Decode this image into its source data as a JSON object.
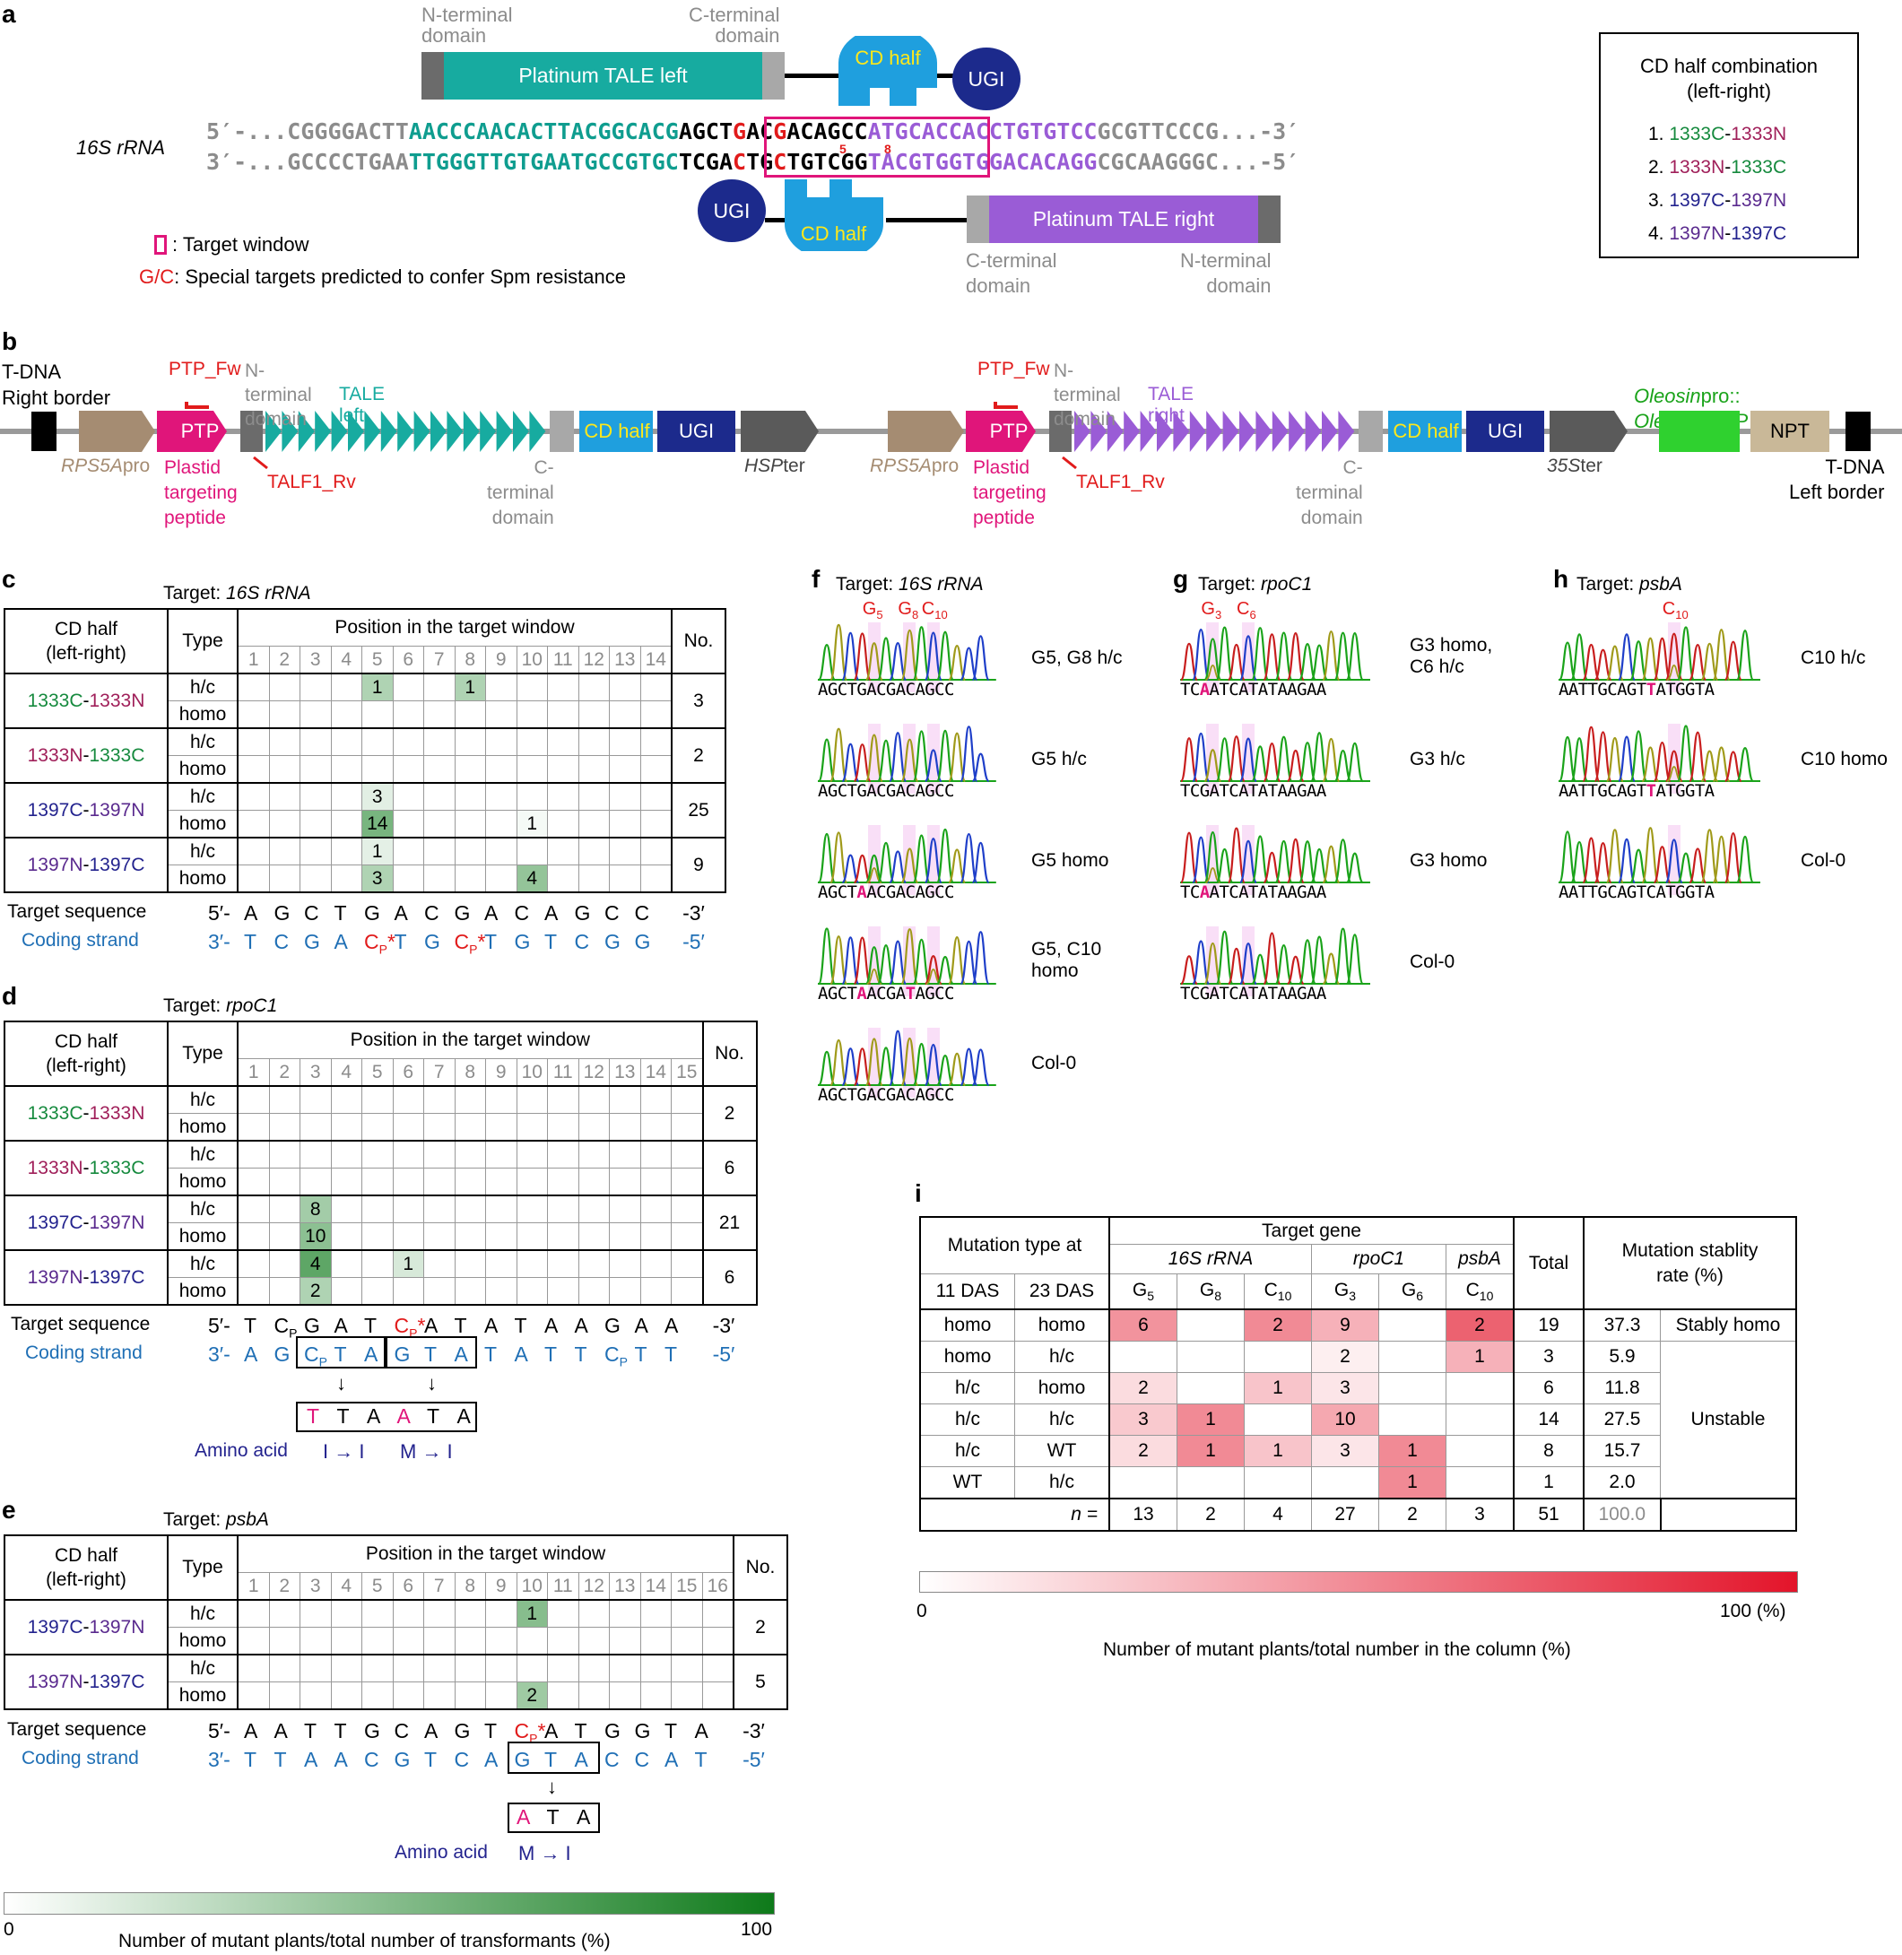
{
  "panel_labels": {
    "a": "a",
    "b": "b",
    "c": "c",
    "d": "d",
    "e": "e",
    "f": "f",
    "g": "g",
    "h": "h",
    "i": "i"
  },
  "a": {
    "n_domain": "N-terminal\ndomain",
    "c_domain": "C-terminal\ndomain",
    "tale_left": "Platinum TALE left",
    "tale_right": "Platinum TALE right",
    "cd_half": "CD half",
    "ugi": "UGI",
    "gene": "16S rRNA",
    "top_strand": {
      "prefix": "5′-...CGGGGACTT",
      "teal": "AACCCAACACTTACGGCACG",
      "win_a": "AGCT",
      "g5": "G",
      "win_b": "AC",
      "g8": "G",
      "win_c": "ACAGCC",
      "purple": "ATGCACCACCTGTGTCC",
      "suffix": "GCGTTCCCG...-3′"
    },
    "bot_strand": {
      "prefix": "3′-...GCCCCTGAA",
      "teal": "TTGGGTTGTGAATGCCGTGC",
      "win_a": "TCGA",
      "c5": "C",
      "win_b": "TG",
      "c8": "C",
      "win_c": "TGTCGG",
      "purple": "TACGTGGTGGACACAGG",
      "suffix": "CGCAAGGGC...-5′"
    },
    "num5": "5",
    "num8": "8",
    "legend_target": ": Target window",
    "legend_gc_red": "G/C",
    "legend_gc_text": ": Special targets predicted to confer Spm resistance",
    "combo_title": "CD half combination\n(left-right)",
    "combos": [
      {
        "n": "1.",
        "a": "1333C",
        "b": "1333N",
        "ca": "#168a3e",
        "cb": "#a0205a"
      },
      {
        "n": "2.",
        "a": "1333N",
        "b": "1333C",
        "ca": "#a0205a",
        "cb": "#168a3e"
      },
      {
        "n": "3.",
        "a": "1397C",
        "b": "1397N",
        "ca": "#23238e",
        "cb": "#5a2a8e"
      },
      {
        "n": "4.",
        "a": "1397N",
        "b": "1397C",
        "ca": "#5a2a8e",
        "cb": "#23238e"
      }
    ]
  },
  "b": {
    "tdna_right": "T-DNA\nRight border",
    "ptp_fw": "PTP_Fw",
    "n_domain": "N-terminal\ndomain",
    "tale_left": "TALE left",
    "tale_right": "TALE right",
    "ptp": "PTP",
    "cd_half": "CD half",
    "ugi": "UGI",
    "rps5a": "RPS5A",
    "pro": "pro",
    "ptp_long": "Plastid\ntargeting\npeptide",
    "talf1": "TALF1_Rv",
    "c_domain": "C-terminal\ndomain",
    "hsp": "HSP",
    "ter": "ter",
    "s35": "35S",
    "oleosin_a": "Oleosin",
    "oleosin_b": "pro::",
    "oleosin_c": "Oleosin-GFP",
    "npt": "NPT",
    "tdna_left": "T-DNA\nLeft border"
  },
  "common": {
    "cd_header": "CD half\n(left-right)",
    "type": "Type",
    "pos_header": "Position in the target window",
    "no": "No.",
    "hc": "h/c",
    "homo": "homo",
    "target_seq": "Target sequence",
    "coding": "Coding strand",
    "amino": "Amino acid",
    "target_prefix": "Target: "
  },
  "c": {
    "target": "16S rRNA",
    "positions": [
      "1",
      "2",
      "3",
      "4",
      "5",
      "6",
      "7",
      "8",
      "9",
      "10",
      "11",
      "12",
      "13",
      "14"
    ],
    "rows": [
      {
        "name": "1333C",
        "name2": "1333N",
        "ca": "#168a3e",
        "cb": "#a0205a",
        "hc": {
          "5": "1",
          "8": "1"
        },
        "homo": {},
        "no": "3"
      },
      {
        "name": "1333N",
        "name2": "1333C",
        "ca": "#a0205a",
        "cb": "#168a3e",
        "hc": {},
        "homo": {},
        "no": "2"
      },
      {
        "name": "1397C",
        "name2": "1397N",
        "ca": "#23238e",
        "cb": "#5a2a8e",
        "hc": {
          "5": "3"
        },
        "homo": {
          "5": "14",
          "10": "1"
        },
        "no": "25"
      },
      {
        "name": "1397N",
        "name2": "1397C",
        "ca": "#5a2a8e",
        "cb": "#23238e",
        "hc": {
          "5": "1"
        },
        "homo": {
          "5": "3",
          "10": "4"
        },
        "no": "9"
      }
    ],
    "seq_top": [
      "5′-",
      "A",
      "G",
      "C",
      "T",
      "G",
      "A",
      "C",
      "G",
      "A",
      "C",
      "A",
      "G",
      "C",
      "C",
      "-3′"
    ],
    "seq_bot": [
      "3′-",
      "T",
      "C",
      "G",
      "A",
      "CP*",
      "T",
      "G",
      "CP*",
      "T",
      "G",
      "T",
      "C",
      "G",
      "G",
      "-5′"
    ]
  },
  "d": {
    "target": "rpoC1",
    "positions": [
      "1",
      "2",
      "3",
      "4",
      "5",
      "6",
      "7",
      "8",
      "9",
      "10",
      "11",
      "12",
      "13",
      "14",
      "15"
    ],
    "rows": [
      {
        "name": "1333C",
        "name2": "1333N",
        "ca": "#168a3e",
        "cb": "#a0205a",
        "hc": {},
        "homo": {},
        "no": "2"
      },
      {
        "name": "1333N",
        "name2": "1333C",
        "ca": "#a0205a",
        "cb": "#168a3e",
        "hc": {},
        "homo": {},
        "no": "6"
      },
      {
        "name": "1397C",
        "name2": "1397N",
        "ca": "#23238e",
        "cb": "#5a2a8e",
        "hc": {
          "3": "8"
        },
        "homo": {
          "3": "10"
        },
        "no": "21"
      },
      {
        "name": "1397N",
        "name2": "1397C",
        "ca": "#5a2a8e",
        "cb": "#23238e",
        "hc": {
          "3": "4",
          "6": "1"
        },
        "homo": {
          "3": "2"
        },
        "no": "6"
      }
    ],
    "seq_top": [
      "5′-",
      "T",
      "CP",
      "G",
      "A",
      "T",
      "CP*",
      "A",
      "T",
      "A",
      "T",
      "A",
      "A",
      "G",
      "A",
      "A",
      "-3′"
    ],
    "seq_bot": [
      "3′-",
      "A",
      "G",
      "CP",
      "T",
      "A",
      "G",
      "T",
      "A",
      "T",
      "A",
      "T",
      "T",
      "CP",
      "T",
      "T",
      "-5′"
    ],
    "codons": [
      "T",
      "T",
      "A",
      "A",
      "T",
      "A"
    ],
    "aa1": "I → I",
    "aa2": "M → I"
  },
  "e": {
    "target": "psbA",
    "positions": [
      "1",
      "2",
      "3",
      "4",
      "5",
      "6",
      "7",
      "8",
      "9",
      "10",
      "11",
      "12",
      "13",
      "14",
      "15",
      "16"
    ],
    "rows": [
      {
        "name": "1397C",
        "name2": "1397N",
        "ca": "#23238e",
        "cb": "#5a2a8e",
        "hc": {
          "10": "1"
        },
        "homo": {},
        "no": "2"
      },
      {
        "name": "1397N",
        "name2": "1397C",
        "ca": "#5a2a8e",
        "cb": "#23238e",
        "hc": {},
        "homo": {
          "10": "2"
        },
        "no": "5"
      }
    ],
    "seq_top": [
      "5′-",
      "A",
      "A",
      "T",
      "T",
      "G",
      "C",
      "A",
      "G",
      "T",
      "CP*",
      "A",
      "T",
      "G",
      "G",
      "T",
      "A",
      "-3′"
    ],
    "seq_bot": [
      "3′-",
      "T",
      "T",
      "A",
      "A",
      "C",
      "G",
      "T",
      "C",
      "A",
      "G",
      "T",
      "A",
      "C",
      "C",
      "A",
      "T",
      "-5′"
    ],
    "codon": [
      "A",
      "T",
      "A"
    ],
    "aa": "M → I"
  },
  "green_scale": {
    "min": "0",
    "max": "100",
    "label": "Number of mutant plants/total number of transformants (%)",
    "from": "#ffffff",
    "to": "#0e7a1a"
  },
  "f": {
    "target": "16S rRNA",
    "marks": [
      "G5",
      "G8",
      "C10"
    ],
    "traces": [
      {
        "seq": "AGCTGACGACAGCC",
        "hl": [],
        "label": "G5, G8 h/c"
      },
      {
        "seq": "AGCTGACGACAGCC",
        "hl": [],
        "label": "G5 h/c"
      },
      {
        "seq": "AGCTAACGACAGCC",
        "hl": [
          4
        ],
        "label": "G5 homo"
      },
      {
        "seq": "AGCTAACGATAGCC",
        "hl": [
          4,
          9
        ],
        "label": "G5, C10\nhomo"
      },
      {
        "seq": "AGCTGACGACAGCC",
        "hl": [],
        "label": "Col-0"
      }
    ]
  },
  "g": {
    "target": "rpoC1",
    "marks": [
      "G3",
      "C6"
    ],
    "traces": [
      {
        "seq": "TCAATCATATAAGAA",
        "hl": [
          2
        ],
        "label": "G3 homo,\nC6 h/c"
      },
      {
        "seq": "TCGATCATATAAGAA",
        "hl": [],
        "label": "G3 h/c"
      },
      {
        "seq": "TCAATCATATAAGAA",
        "hl": [
          2
        ],
        "label": "G3 homo"
      },
      {
        "seq": "TCGATCATATAAGAA",
        "hl": [],
        "label": "Col-0"
      }
    ]
  },
  "h": {
    "target": "psbA",
    "marks": [
      "C10"
    ],
    "traces": [
      {
        "seq": "AATTGCAGTTATGGTA",
        "hl": [
          9
        ],
        "label": "C10 h/c"
      },
      {
        "seq": "AATTGCAGTTATGGTA",
        "hl": [
          9
        ],
        "label": "C10 homo"
      },
      {
        "seq": "AATTGCAGTCATGGTA",
        "hl": [],
        "label": "Col-0"
      }
    ]
  },
  "i": {
    "mut_type": "Mutation type at",
    "target_gene": "Target gene",
    "genes": [
      "16S rRNA",
      "rpoC1",
      "psbA"
    ],
    "das11": "11 DAS",
    "das23": "23 DAS",
    "cols": [
      "G5",
      "G8",
      "C10",
      "G3",
      "G6",
      "C10"
    ],
    "total": "Total",
    "stab": "Mutation stablity\nrate (%)",
    "rows": [
      {
        "a": "homo",
        "b": "homo",
        "v": [
          "6",
          "",
          "2",
          "9",
          "",
          "2"
        ],
        "p": [
          46,
          0,
          50,
          33,
          0,
          67
        ],
        "total": "19",
        "rate": "37.3"
      },
      {
        "a": "homo",
        "b": "h/c",
        "v": [
          "",
          "",
          "",
          "2",
          "",
          "1"
        ],
        "p": [
          0,
          0,
          0,
          7,
          0,
          33
        ],
        "total": "3",
        "rate": "5.9"
      },
      {
        "a": "h/c",
        "b": "homo",
        "v": [
          "2",
          "",
          "1",
          "3",
          "",
          ""
        ],
        "p": [
          15,
          0,
          25,
          11,
          0,
          0
        ],
        "total": "6",
        "rate": "11.8"
      },
      {
        "a": "h/c",
        "b": "h/c",
        "v": [
          "3",
          "1",
          "",
          "10",
          "",
          ""
        ],
        "p": [
          23,
          50,
          0,
          37,
          0,
          0
        ],
        "total": "14",
        "rate": "27.5"
      },
      {
        "a": "h/c",
        "b": "WT",
        "v": [
          "2",
          "1",
          "1",
          "3",
          "1",
          ""
        ],
        "p": [
          15,
          50,
          25,
          11,
          50,
          0
        ],
        "total": "8",
        "rate": "15.7"
      },
      {
        "a": "WT",
        "b": "h/c",
        "v": [
          "",
          "",
          "",
          "",
          "1",
          ""
        ],
        "p": [
          0,
          0,
          0,
          0,
          50,
          0
        ],
        "total": "1",
        "rate": "2.0"
      }
    ],
    "stably_homo": "Stably homo",
    "unstable": "Unstable",
    "n_label": "n =",
    "n_vals": [
      "13",
      "2",
      "4",
      "27",
      "2",
      "3"
    ],
    "n_total": "51",
    "n_rate": "100.0"
  },
  "red_scale": {
    "min": "0",
    "max": "100 (%)",
    "label": "Number of mutant plants/total number in the column (%)",
    "from": "#ffffff",
    "to": "#e3142a"
  }
}
